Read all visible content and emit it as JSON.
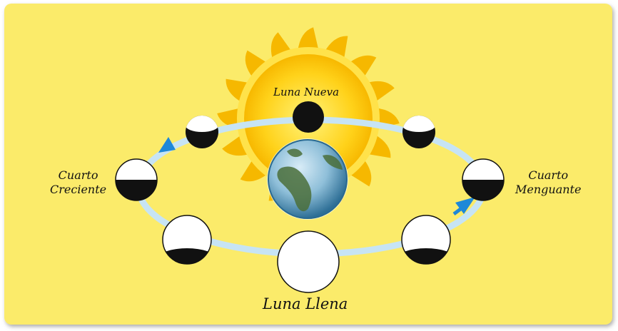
{
  "labels": {
    "new_moon": "Luna Nueva",
    "full_moon": "Luna Llena",
    "first_quarter_line1": "Cuarto",
    "first_quarter_line2": "Creciente",
    "last_quarter_line1": "Cuarto",
    "last_quarter_line2": "Menguante"
  },
  "colors": {
    "background": "#fbeb6b",
    "sun_core": "#ffd21a",
    "sun_rays": "#f5b400",
    "orbit": "#c7e4f4",
    "arrow": "#1e88d8",
    "moon_dark": "#111111",
    "moon_light": "#ffffff"
  },
  "icons": [
    "sun-icon",
    "earth-icon",
    "orbit-arrow-icon"
  ]
}
